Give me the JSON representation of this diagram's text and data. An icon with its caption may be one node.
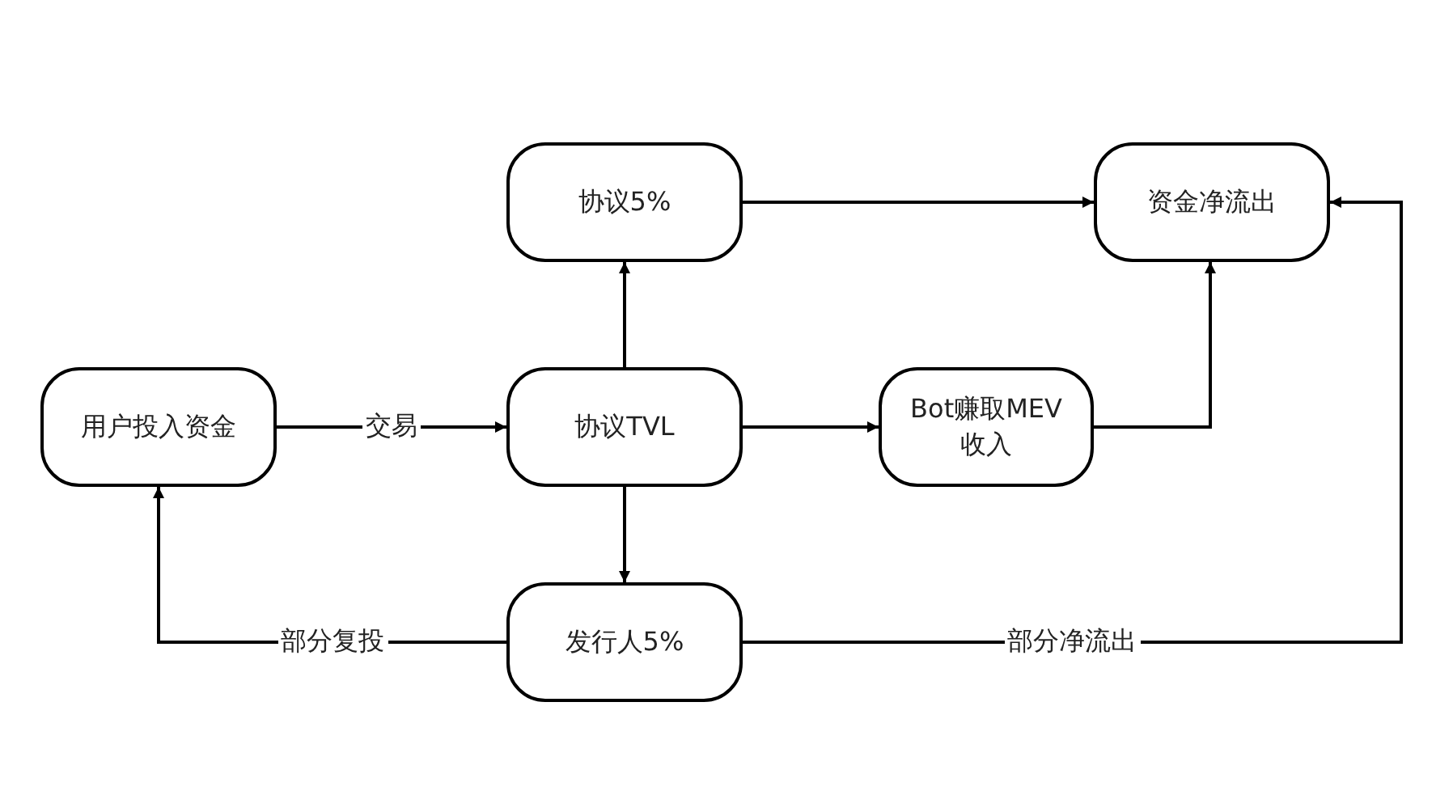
{
  "diagram": {
    "nodes": [
      {
        "text": [
          "用户投入资金"
        ]
      },
      {
        "text": [
          "协议5%"
        ]
      },
      {
        "text": [
          "资金净流出"
        ]
      },
      {
        "text": [
          "协议TVL"
        ]
      },
      {
        "text": [
          "Bot赚取MEV收入"
        ]
      },
      {
        "text": [
          "发行人5%"
        ]
      }
    ],
    "edges": [
      {
        "from": 0,
        "to": 3,
        "arrow": "to",
        "label": "交易"
      },
      {
        "from": 3,
        "to": 1,
        "arrow": "to"
      },
      {
        "from": 1,
        "to": 2,
        "arrow": "to"
      },
      {
        "from": 3,
        "to": 4,
        "arrow": "to"
      },
      {
        "from": 4,
        "to": 2,
        "arrow": "to"
      },
      {
        "from": 3,
        "to": 5,
        "arrow": "to"
      },
      {
        "from": 5,
        "to": 0,
        "arrow": "to",
        "label": "部分复投"
      },
      {
        "from": 5,
        "to": 2,
        "arrow": "to",
        "label": "部分净流出"
      }
    ]
  }
}
